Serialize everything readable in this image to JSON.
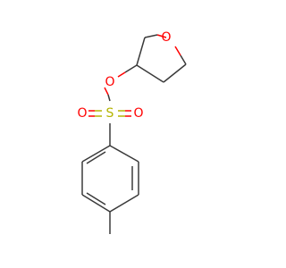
{
  "molecule": {
    "atoms": {
      "ring_oxygen": {
        "label": "O",
        "color": "#ff0000"
      },
      "ester_oxygen": {
        "label": "O",
        "color": "#ff0000"
      },
      "sulfur": {
        "label": "S",
        "color": "#b4b400"
      },
      "sulfonyl_oxygen_left": {
        "label": "O",
        "color": "#ff0000"
      },
      "sulfonyl_oxygen_right": {
        "label": "O",
        "color": "#ff0000"
      }
    },
    "colors": {
      "bond": "#3a3a3a",
      "oxygen": "#ff0000",
      "sulfur": "#b4b400",
      "background": "#ffffff"
    }
  }
}
